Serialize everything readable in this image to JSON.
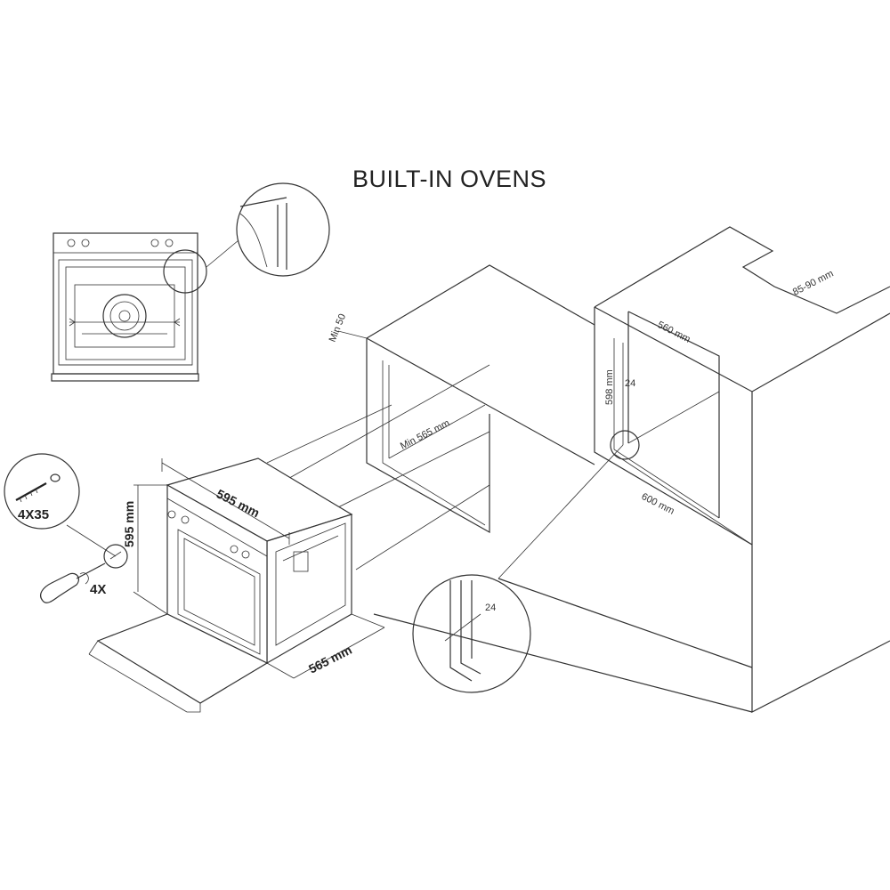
{
  "diagram": {
    "title": "BUILT-IN OVENS",
    "oven_dimensions": {
      "width": "595 mm",
      "height": "595 mm",
      "depth": "565 mm"
    },
    "fixings": {
      "screw_size": "4X35",
      "screw_count": "4X"
    },
    "cabinet_dimensions": {
      "top_clearance": "Min 50",
      "min_depth": "Min 565 mm",
      "niche_width": "560 mm",
      "niche_height": "598 mm",
      "side_offset": "24",
      "base_width": "600 mm",
      "back_gap": "85-90 mm",
      "detail_offset": "24"
    }
  }
}
